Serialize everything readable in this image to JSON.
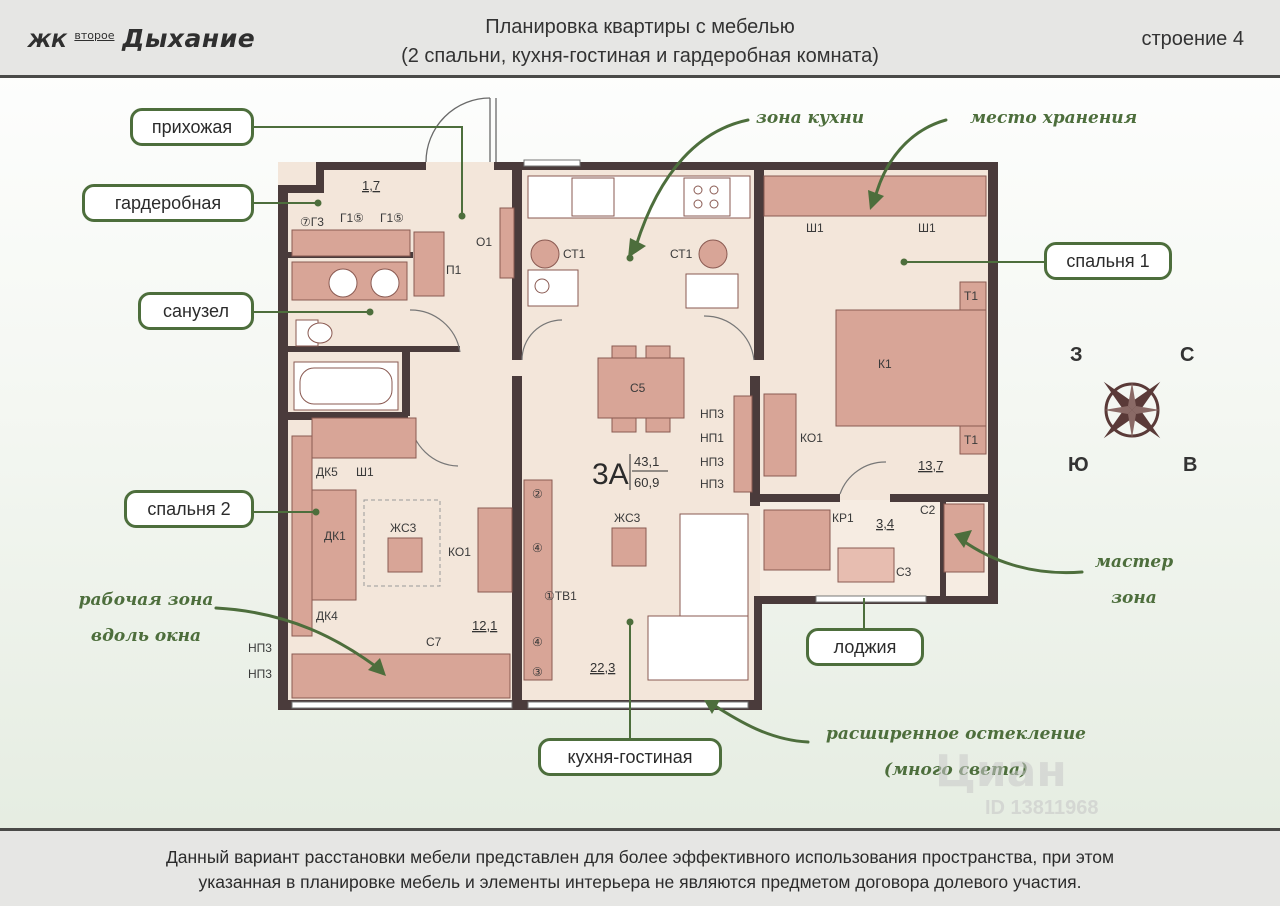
{
  "header": {
    "logo_prefix": "ЖК",
    "logo_small": "второе",
    "logo_main": "Дыхание",
    "title_line1": "Планировка квартиры с мебелью",
    "title_line2": "(2 спальни, кухня-гостиная и гардеробная комната)",
    "building": "строение 4"
  },
  "callouts": {
    "hallway": "прихожая",
    "wardrobe": "гардеробная",
    "bathroom": "санузел",
    "bedroom2": "спальня 2",
    "bedroom1": "спальня 1",
    "loggia": "лоджия",
    "kitchen_living": "кухня-гостиная"
  },
  "notes": {
    "kitchen_zone": "зона кухни",
    "storage": "место хранения",
    "master_zone_1": "мастер",
    "master_zone_2": "зона",
    "work_zone_1": "рабочая зона",
    "work_zone_2": "вдоль окна",
    "glazing_1": "расширенное остекление",
    "glazing_2": "(много света)"
  },
  "compass": {
    "n": "С",
    "s": "Ю",
    "w": "З",
    "e": "В"
  },
  "apartment": {
    "type": "3А",
    "living_area": "43,1",
    "total_area": "60,9"
  },
  "areas": {
    "wardrobe": "1,7",
    "bedroom2": "12,1",
    "kitchen": "22,3",
    "bedroom1": "13,7",
    "loggia": "3,4"
  },
  "furniture": {
    "g3": "⑦Г3",
    "g1a": "Г1⑤",
    "g1b": "Г1⑤",
    "p1": "П1",
    "o1": "О1",
    "st1a": "СТ1",
    "st1b": "СТ1",
    "c5": "С5",
    "np3a": "НП3",
    "np1": "НП1",
    "np3b": "НП3",
    "np3c": "НП3",
    "ko1_right": "КО1",
    "zhs3_kitchen": "ЖС3",
    "tv1": "①ТВ1",
    "k1": "К1",
    "t1a": "Т1",
    "t1b": "Т1",
    "sh1a": "Ш1",
    "sh1b": "Ш1",
    "kr1": "КР1",
    "c2": "С2",
    "c3": "С3",
    "dk5": "ДК5",
    "sh1c": "Ш1",
    "dk1": "ДК1",
    "zhs3_bed": "ЖС3",
    "ko1_left": "КО1",
    "dk4": "ДК4",
    "c7": "С7",
    "np3d": "НП3",
    "np3e": "НП3",
    "c2_num": "②",
    "c4a_num": "④",
    "c4b_num": "④",
    "c3_num": "③"
  },
  "footer": {
    "line1": "Данный вариант расстановки мебели представлен для более эффективного использования пространства, при этом",
    "line2": "указанная в планировке мебель и элементы интерьера не являются предметом договора долевого участия."
  },
  "watermark": {
    "brand": "Циан",
    "id": "ID 13811968"
  },
  "colors": {
    "wall": "#4a3b3b",
    "floor": "#f3e6da",
    "furniture": "#d8a597",
    "furniture_stroke": "#8a5a52",
    "accent_green": "#4d6e3c"
  }
}
